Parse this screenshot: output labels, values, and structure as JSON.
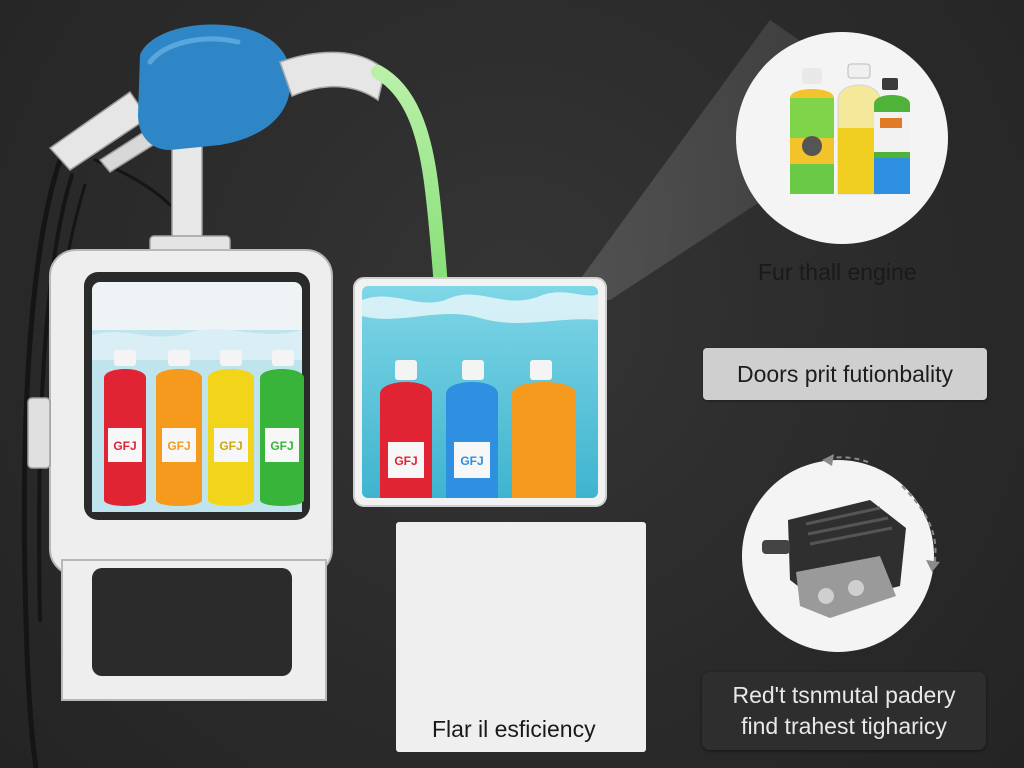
{
  "labels": {
    "top_right": "Fur thall engine",
    "middle_right": "Doors prit futionbality",
    "bottom_center": "Flar il esficiency",
    "bottom_right_line1": "Red't tsnmutal padery",
    "bottom_right_line2": "find trahest tigharicy"
  },
  "bottle_tags": {
    "dispenser_red": "GFJ",
    "dispenser_orange": "GFJ",
    "dispenser_yellow": "GFJ",
    "dispenser_green": "GFJ",
    "tank_red": "GFJ",
    "tank_blue": "GFJ"
  },
  "colors": {
    "background": "#2d2d2d",
    "nozzle_blue": "#2f86c6",
    "fuel_green": "#7fe07a",
    "water_blue": "#4fc1d8",
    "red": "#e02434",
    "orange": "#f59a1c",
    "yellow": "#f2d51a",
    "green": "#39b43a",
    "blue": "#2f8fe0"
  },
  "icons": [
    "fuel-nozzle-icon",
    "fuel-dispenser-icon",
    "liquid-tank-icon",
    "bottles-icon",
    "engine-icon",
    "rotate-arrows-icon"
  ]
}
